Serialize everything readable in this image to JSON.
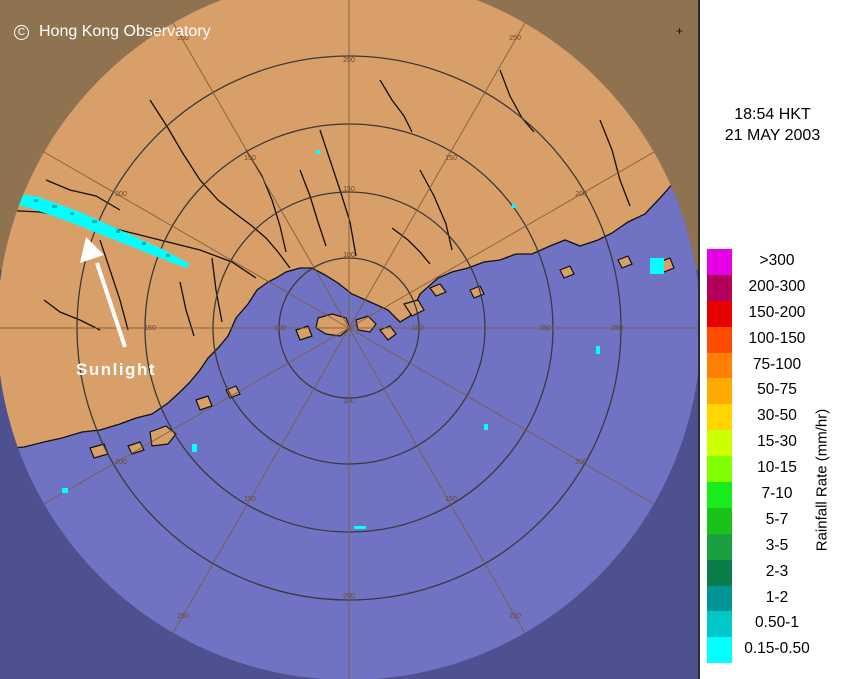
{
  "copyright": {
    "symbol": "C",
    "text": "Hong Kong Observatory"
  },
  "timestamp": {
    "time": "18:54 HKT",
    "date": "21 MAY 2003"
  },
  "annotation": {
    "label": "Sunlight"
  },
  "legend": {
    "axis_label": "Rainfall Rate (mm/hr)",
    "items": [
      {
        "label": ">300",
        "color": "#e600e6"
      },
      {
        "label": "200-300",
        "color": "#b2005a"
      },
      {
        "label": "150-200",
        "color": "#e60000"
      },
      {
        "label": "100-150",
        "color": "#ff4d00"
      },
      {
        "label": "75-100",
        "color": "#ff8000"
      },
      {
        "label": "50-75",
        "color": "#ffaa00"
      },
      {
        "label": "30-50",
        "color": "#ffd500"
      },
      {
        "label": "15-30",
        "color": "#ccff00"
      },
      {
        "label": "10-15",
        "color": "#80ff00"
      },
      {
        "label": "7-10",
        "color": "#1aeb1a"
      },
      {
        "label": "5-7",
        "color": "#19c319"
      },
      {
        "label": "3-5",
        "color": "#1aa040"
      },
      {
        "label": "2-3",
        "color": "#0b7d4b"
      },
      {
        "label": "1-2",
        "color": "#009494"
      },
      {
        "label": "0.50-1",
        "color": "#00c8c8"
      },
      {
        "label": "0.15-0.50",
        "color": "#00ffff"
      }
    ]
  },
  "range_labels": [
    {
      "text": "100"
    },
    {
      "text": "100"
    },
    {
      "text": "100"
    },
    {
      "text": "100"
    },
    {
      "text": "150"
    },
    {
      "text": "150"
    },
    {
      "text": "150"
    },
    {
      "text": "150"
    },
    {
      "text": "150"
    },
    {
      "text": "150"
    },
    {
      "text": "150"
    },
    {
      "text": "200"
    },
    {
      "text": "200"
    },
    {
      "text": "200"
    },
    {
      "text": "200"
    },
    {
      "text": "200"
    },
    {
      "text": "200"
    },
    {
      "text": "250"
    },
    {
      "text": "250"
    },
    {
      "text": "250"
    },
    {
      "text": "250"
    },
    {
      "text": "250"
    }
  ],
  "colors": {
    "land": "#d99f68",
    "sea": "#7073c4",
    "outside_top": "#8f7350",
    "outside_bottom": "#4e5190",
    "coast": "#111111",
    "range_ring": "#3a3a3a",
    "echo": "#00ffff"
  }
}
